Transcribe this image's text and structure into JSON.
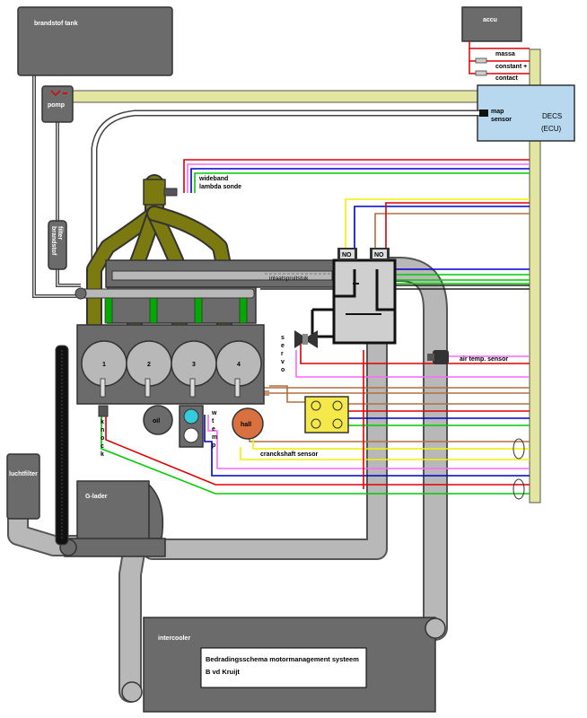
{
  "labels": {
    "fuel_tank": "brandstof tank",
    "pump": "pomp",
    "fuel_filter": "brandstof filter",
    "battery": "accu",
    "ground": "massa",
    "constant": "constant +",
    "contact": "contact",
    "ecu_name": "DECS",
    "ecu_sub": "(ECU)",
    "map_sensor_line1": "map",
    "map_sensor_line2": "sensor",
    "wideband_line1": "wideband",
    "wideband_line2": "lambda sonde",
    "intake_manifold": "inlaatspruitstuk",
    "valve_no_1": "NO",
    "valve_no_2": "NO",
    "servo_vertical": "servo",
    "air_temp_sensor": "air temp. sensor",
    "oil": "oil",
    "water_temp_vertical": "wtemp",
    "hall": "hall",
    "crankshaft_sensor": "cranckshaft sensor",
    "knock_vertical": "knock",
    "air_filter": "luchtfilter",
    "g_charger": "G-lader",
    "intercooler": "intercooler",
    "cylinders": [
      "1",
      "2",
      "3",
      "4"
    ],
    "title_line1": "Bedradingsschema motormanagement systeem",
    "title_line2": "B vd Kruijt"
  },
  "colors": {
    "component_gray": "#6b6b6b",
    "ecu_blue": "#b8d8f0",
    "harness": "#e3e6a0",
    "olive": "#7a7a10",
    "duct": "#b8b8b8",
    "wire_red": "#dd0000",
    "wire_yellow": "#f2f200",
    "wire_blue": "#0000cc",
    "wire_green": "#00cc00",
    "wire_pink": "#ff66ff",
    "wire_brown": "#b07040",
    "connector_yellow": "#f4e84a",
    "hall_orange": "#d97040",
    "cyan": "#33ccdd"
  }
}
